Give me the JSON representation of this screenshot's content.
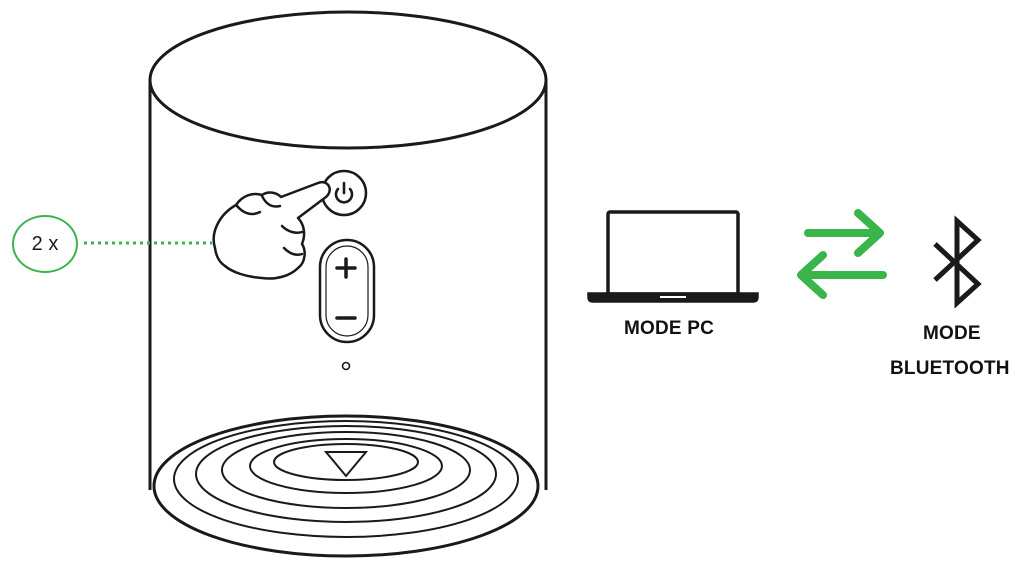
{
  "press_count": "2 x",
  "labels": {
    "mode_pc": "MODE PC",
    "mode_bluetooth_line1": "MODE",
    "mode_bluetooth_line2": "BLUETOOTH"
  },
  "colors": {
    "accent": "#39b54a",
    "outline": "#1a1a1a",
    "background": "#ffffff"
  },
  "icons": {
    "power": "power-icon",
    "volume_up": "plus-icon",
    "volume_down": "minus-icon",
    "hand": "pointing-hand-icon",
    "laptop": "laptop-icon",
    "switch": "swap-arrows-icon",
    "bluetooth": "bluetooth-icon"
  }
}
